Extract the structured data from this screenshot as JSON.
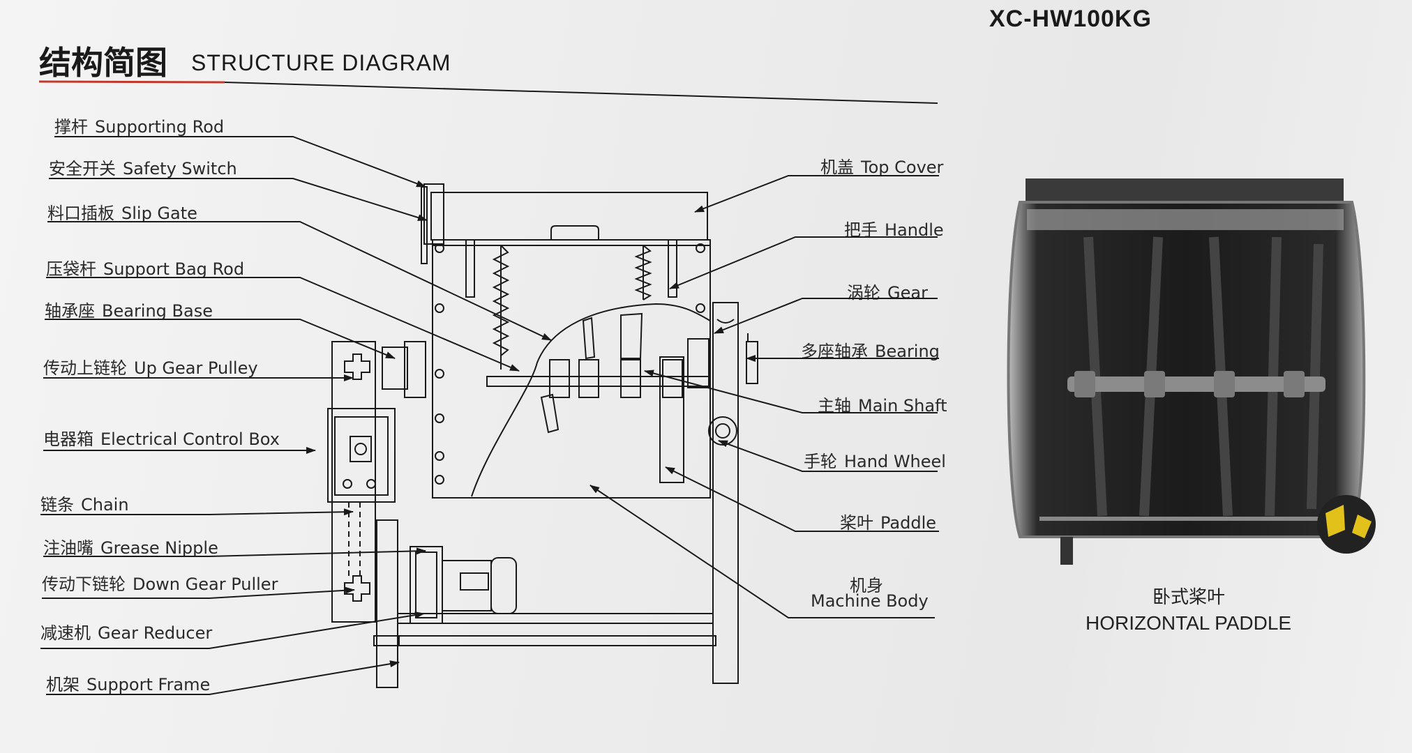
{
  "header": {
    "model": "XC-HW100KG",
    "title_cn": "结构简图",
    "title_en": "STRUCTURE DIAGRAM"
  },
  "left_labels": [
    {
      "cn": "撑杆",
      "en": "Supporting Rod"
    },
    {
      "cn": "安全开关",
      "en": "Safety Switch"
    },
    {
      "cn": "料口插板",
      "en": "Slip Gate"
    },
    {
      "cn": "压袋杆",
      "en": "Support Bag Rod"
    },
    {
      "cn": "轴承座",
      "en": "Bearing Base"
    },
    {
      "cn": "传动上链轮",
      "en": "Up Gear Pulley"
    },
    {
      "cn": "电器箱",
      "en": "Electrical Control Box"
    },
    {
      "cn": "链条",
      "en": "Chain"
    },
    {
      "cn": "注油嘴",
      "en": "Grease Nipple"
    },
    {
      "cn": "传动下链轮",
      "en": "Down Gear Puller"
    },
    {
      "cn": "减速机",
      "en": "Gear Reducer"
    },
    {
      "cn": "机架",
      "en": "Support Frame"
    }
  ],
  "right_labels": [
    {
      "cn": "机盖",
      "en": "Top Cover"
    },
    {
      "cn": "把手",
      "en": "Handle"
    },
    {
      "cn": "涡轮",
      "en": "Gear"
    },
    {
      "cn": "多座轴承",
      "en": "Bearing"
    },
    {
      "cn": "主轴",
      "en": "Main Shaft"
    },
    {
      "cn": "手轮",
      "en": "Hand Wheel"
    },
    {
      "cn": "桨叶",
      "en": "Paddle"
    },
    {
      "cn": "机身",
      "en": "Machine Body"
    }
  ],
  "photo": {
    "caption_cn": "卧式桨叶",
    "caption_en": "HORIZONTAL PADDLE"
  },
  "colors": {
    "title_underline_red": "#c0392b",
    "line": "#1a1a1a"
  }
}
